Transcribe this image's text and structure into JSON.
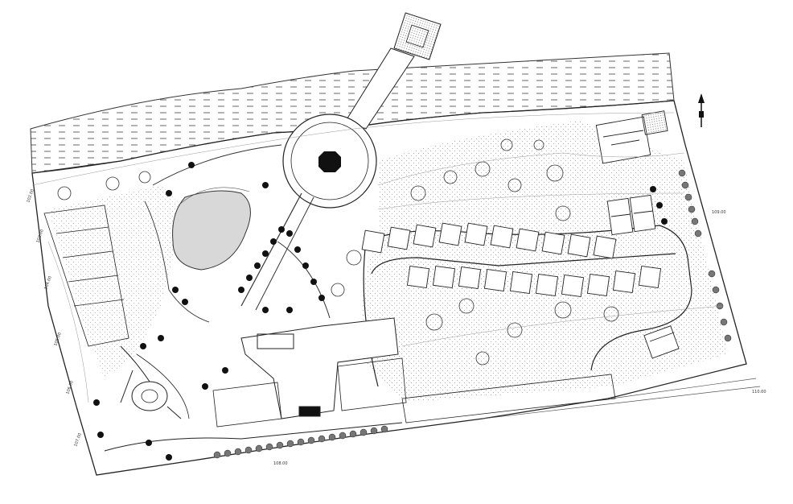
{
  "drawing": {
    "line_color": "#1e1e1e",
    "fill_dark": "#1a1a1a",
    "fill_hatch": "#cfcfcf",
    "water_fill": "#d6d6d6",
    "paper_color": "#ffffff"
  },
  "labels": {
    "contour_1": "102.00",
    "contour_2": "103.00",
    "contour_3": "104.00",
    "contour_4": "105.00",
    "contour_5": "106.00",
    "contour_6": "107.00",
    "contour_7": "108.00",
    "contour_8": "109.00",
    "contour_9": "110.00"
  },
  "icons": {
    "north_arrow": "north-arrow-icon",
    "gazebo": "octagon-gazebo-icon",
    "tree": "tree-symbol-icon"
  }
}
